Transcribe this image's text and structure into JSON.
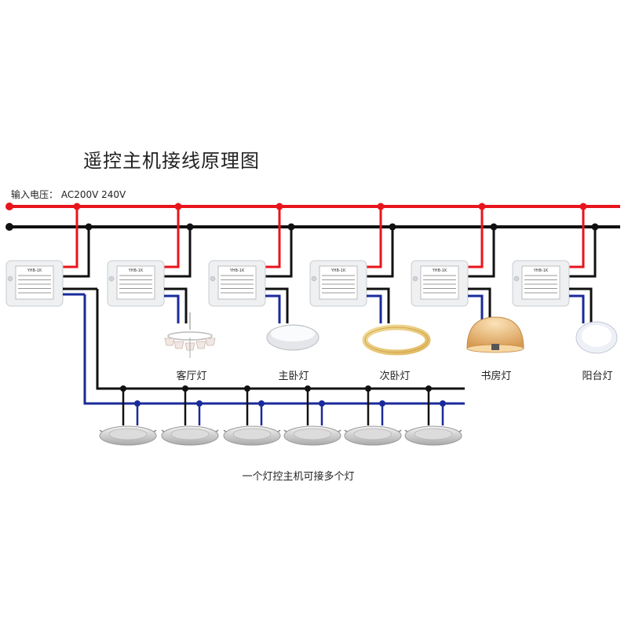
{
  "title": "遥控主机接线原理图",
  "input_voltage": "输入电压： AC200V  240V",
  "controller_label": "YHB-1K",
  "lamps": [
    {
      "label": "客厅灯",
      "type": "chandelier-icon"
    },
    {
      "label": "主卧灯",
      "type": "ceiling-light-icon"
    },
    {
      "label": "次卧灯",
      "type": "ring-light-icon"
    },
    {
      "label": "书房灯",
      "type": "dome-pendant-icon"
    },
    {
      "label": "阳台灯",
      "type": "small-ceiling-light-icon"
    }
  ],
  "downlight_count": 6,
  "downlight_note": "一个灯控主机可接多个灯",
  "colors": {
    "live": "#e8141c",
    "neutral": "#111111",
    "signal": "#1a2a9a",
    "controller": "#eef0f2"
  }
}
